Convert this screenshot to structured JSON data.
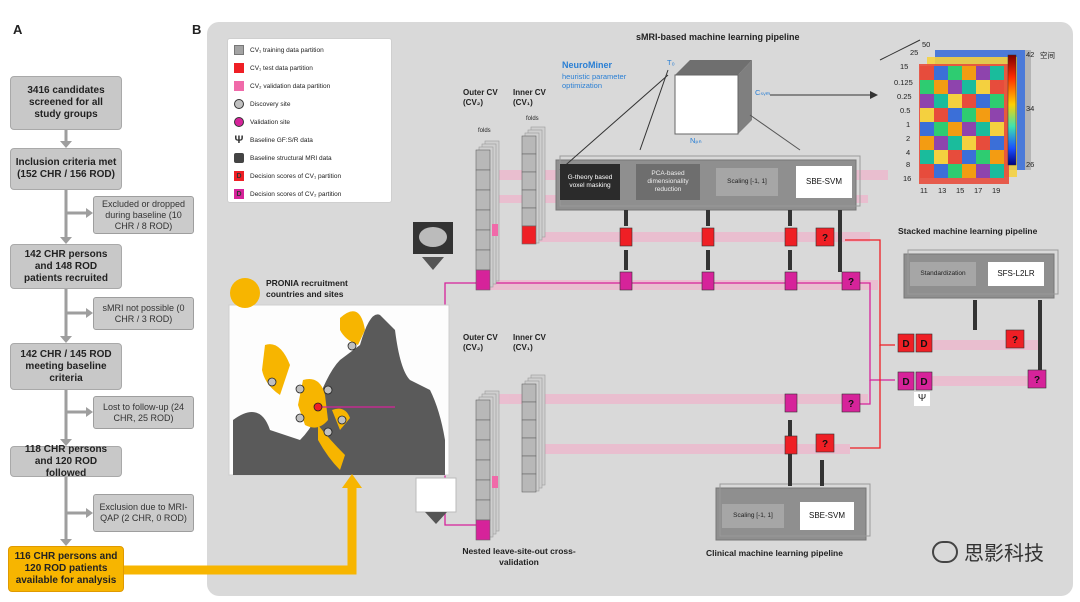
{
  "panels": {
    "a": "A",
    "b": "B"
  },
  "flowchart": {
    "main_boxes": [
      "3416 candidates screened for all study groups",
      "Inclusion criteria met (152 CHR / 156 ROD)",
      "142 CHR persons and 148 ROD patients recruited",
      "142 CHR / 145 ROD meeting baseline criteria",
      "118 CHR persons and 120 ROD followed",
      "116 CHR persons and 120 ROD patients available for analysis"
    ],
    "side_boxes": [
      "Excluded or dropped during baseline (10 CHR / 8 ROD)",
      "sMRI not possible (0 CHR / 3 ROD)",
      "Lost to follow-up (24 CHR, 25 ROD)",
      "Exclusion due to MRI-QAP (2 CHR, 0 ROD)"
    ]
  },
  "legend": {
    "items": [
      {
        "label": "CV₁ training data partition",
        "swatch": "gray"
      },
      {
        "label": "CV₁ test data partition",
        "swatch": "red"
      },
      {
        "label": "CV₂ validation data partition",
        "swatch": "pink"
      },
      {
        "label": "Discovery site",
        "swatch": "circle-gray"
      },
      {
        "label": "Validation site",
        "swatch": "circle-magenta"
      },
      {
        "label": "Baseline GF:S/R data",
        "swatch": "psi"
      },
      {
        "label": "Baseline structural MRI data",
        "swatch": "brain"
      },
      {
        "label": "Decision scores of CV₁ partition",
        "swatch": "D-red"
      },
      {
        "label": "Decision scores of CV₂ partition",
        "swatch": "D-magenta"
      }
    ]
  },
  "smri": {
    "title": "sMRI-based machine learning pipeline",
    "neurominer": "NeuroMiner",
    "neurominer_sub": "heuristic parameter optimization",
    "t_label": "T₀",
    "c_label": "Cₛᵥₘ",
    "n_label": "Nₚₙ",
    "steps": [
      "G-theory based voxel masking",
      "PCA-based dimensionality reduction",
      "Scaling [-1, 1]",
      "SBE-SVM"
    ]
  },
  "heatmap": {
    "y_ticks": [
      "15",
      "0.125",
      "0.25",
      "0.5",
      "1",
      "2",
      "4",
      "8",
      "16"
    ],
    "x_ticks": [
      "11",
      "13",
      "15",
      "17",
      "19"
    ],
    "top_ticks": [
      "25",
      "50"
    ],
    "right_ticks": [
      "42",
      "34",
      "26"
    ],
    "right_unit": "空间"
  },
  "cv_top": {
    "outer": "Outer CV (CV₂)",
    "inner": "Inner CV (CV₁)",
    "folds_outer": "folds",
    "folds_inner": "folds"
  },
  "cv_bottom": {
    "outer": "Outer CV (CV₂)",
    "inner": "Inner CV (CV₁)",
    "caption": "Nested leave-site-out cross-validation"
  },
  "pronia": {
    "title": "PRONIA recruitment countries and sites"
  },
  "stacked": {
    "title": "Stacked machine learning pipeline",
    "step1": "Standardization",
    "step2": "SFS-L2LR",
    "D": "D",
    "psi": "Ψ"
  },
  "clinical": {
    "title": "Clinical machine learning pipeline",
    "step1": "Scaling [-1, 1]",
    "step2": "SBE-SVM"
  },
  "question": "?",
  "d_label": "D",
  "psi": "Ψ",
  "watermark": "思影科技",
  "colors": {
    "red": "#ef1f25",
    "pink": "#f06aa9",
    "magenta": "#d6239a",
    "gold": "#f7b500",
    "panelB": "#d9d9d9"
  }
}
